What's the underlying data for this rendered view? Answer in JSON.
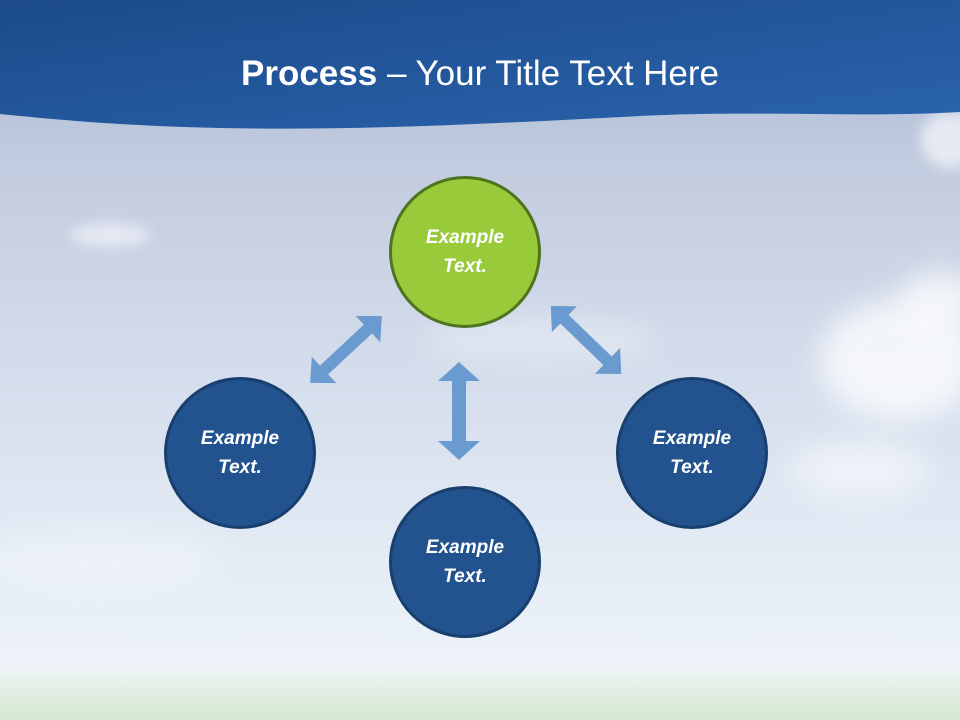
{
  "slide": {
    "title_bold": "Process",
    "title_rest": " – Your Title Text Here"
  },
  "nodes": {
    "top": {
      "label": "Example Text.",
      "color": "#98ca3a"
    },
    "left": {
      "label": "Example Text.",
      "color": "#22538f"
    },
    "right": {
      "label": "Example Text.",
      "color": "#22538f"
    },
    "bottom": {
      "label": "Example Text.",
      "color": "#22538f"
    }
  },
  "colors": {
    "header": "#1f4f90",
    "arrow": "#6a9bd0"
  }
}
